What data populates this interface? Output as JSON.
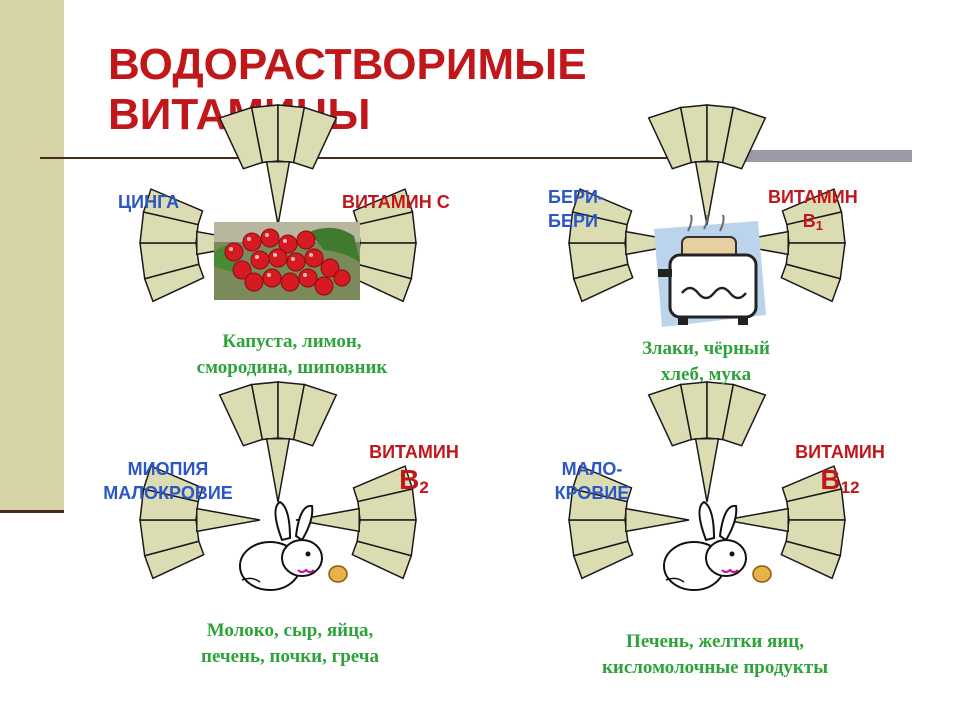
{
  "title": {
    "line1": "ВОДОРАСТВОРИМЫЕ",
    "line2": "ВИТАМИНЫ"
  },
  "colors": {
    "title": "#c0171b",
    "disease": "#2b57c5",
    "vitamin": "#c0171b",
    "foods": "#2ea33a",
    "sidebar": "#d6d3a6",
    "fan_fill": "#dcdcb2"
  },
  "panels": [
    {
      "disease_lines": [
        "ЦИНГА"
      ],
      "vitamin_main": "ВИТАМИН С",
      "vitamin_sub": "",
      "food_lines": [
        "Капуста, лимон,",
        "смородина, шиповник"
      ],
      "image": "red-berries"
    },
    {
      "disease_lines": [
        "БЕРИ-",
        "БЕРИ"
      ],
      "vitamin_main": "ВИТАМИН",
      "vitamin_letter": "В",
      "vitamin_sub": "1",
      "food_lines": [
        "Злаки, чёрный",
        "хлеб, мука"
      ],
      "image": "toaster"
    },
    {
      "disease_lines": [
        "МИОПИЯ",
        "МАЛОКРОВИЕ"
      ],
      "vitamin_main": "ВИТАМИН",
      "vitamin_letter": "В",
      "vitamin_sub": "2",
      "food_lines": [
        "Молоко, сыр, яйца,",
        "печень, почки, греча"
      ],
      "image": "rabbit"
    },
    {
      "disease_lines": [
        "МАЛО-",
        "КРОВИЕ"
      ],
      "vitamin_main": "ВИТАМИН",
      "vitamin_letter": "В",
      "vitamin_sub": "12",
      "food_lines": [
        "Печень, желтки яиц,",
        "кисломолочные продукты"
      ],
      "image": "rabbit"
    }
  ]
}
